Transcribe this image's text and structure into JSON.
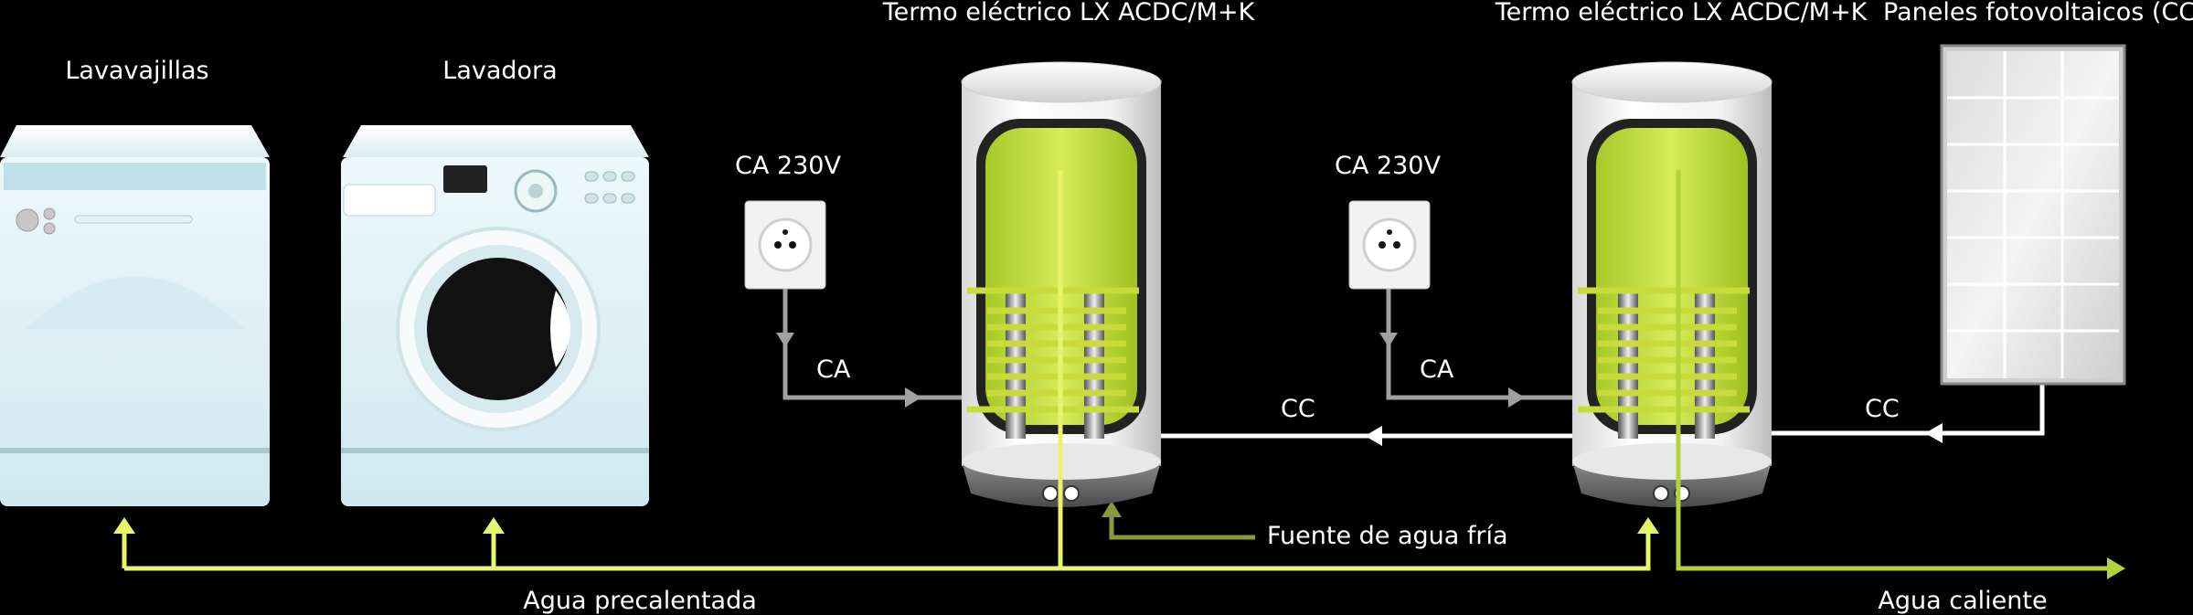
{
  "labels": {
    "dishwasher": "Lavavajillas",
    "washer": "Lavadora",
    "heater_left": "Termo eléctrico LX ACDC/M+K",
    "heater_right": "Termo eléctrico LX ACDC/M+K",
    "solar_panels": "Paneles fotovoltaicos (CC)",
    "socket_left": "CA 230V",
    "socket_right": "CA 230V",
    "ca_left": "CA",
    "ca_right": "CA",
    "cc_middle": "CC",
    "cc_right": "CC",
    "cold_water": "Fuente de agua fría",
    "preheated_water": "Agua precalentada",
    "hot_water": "Agua caliente"
  },
  "colors": {
    "background": "#000000",
    "ac_line": "#a0a0a0",
    "dc_line": "#ffffff",
    "preheated_line": "#e6f56a",
    "cold_line": "#8a9a3a",
    "hot_line": "#b4d23c",
    "tank_fluid": "#c8e040"
  }
}
